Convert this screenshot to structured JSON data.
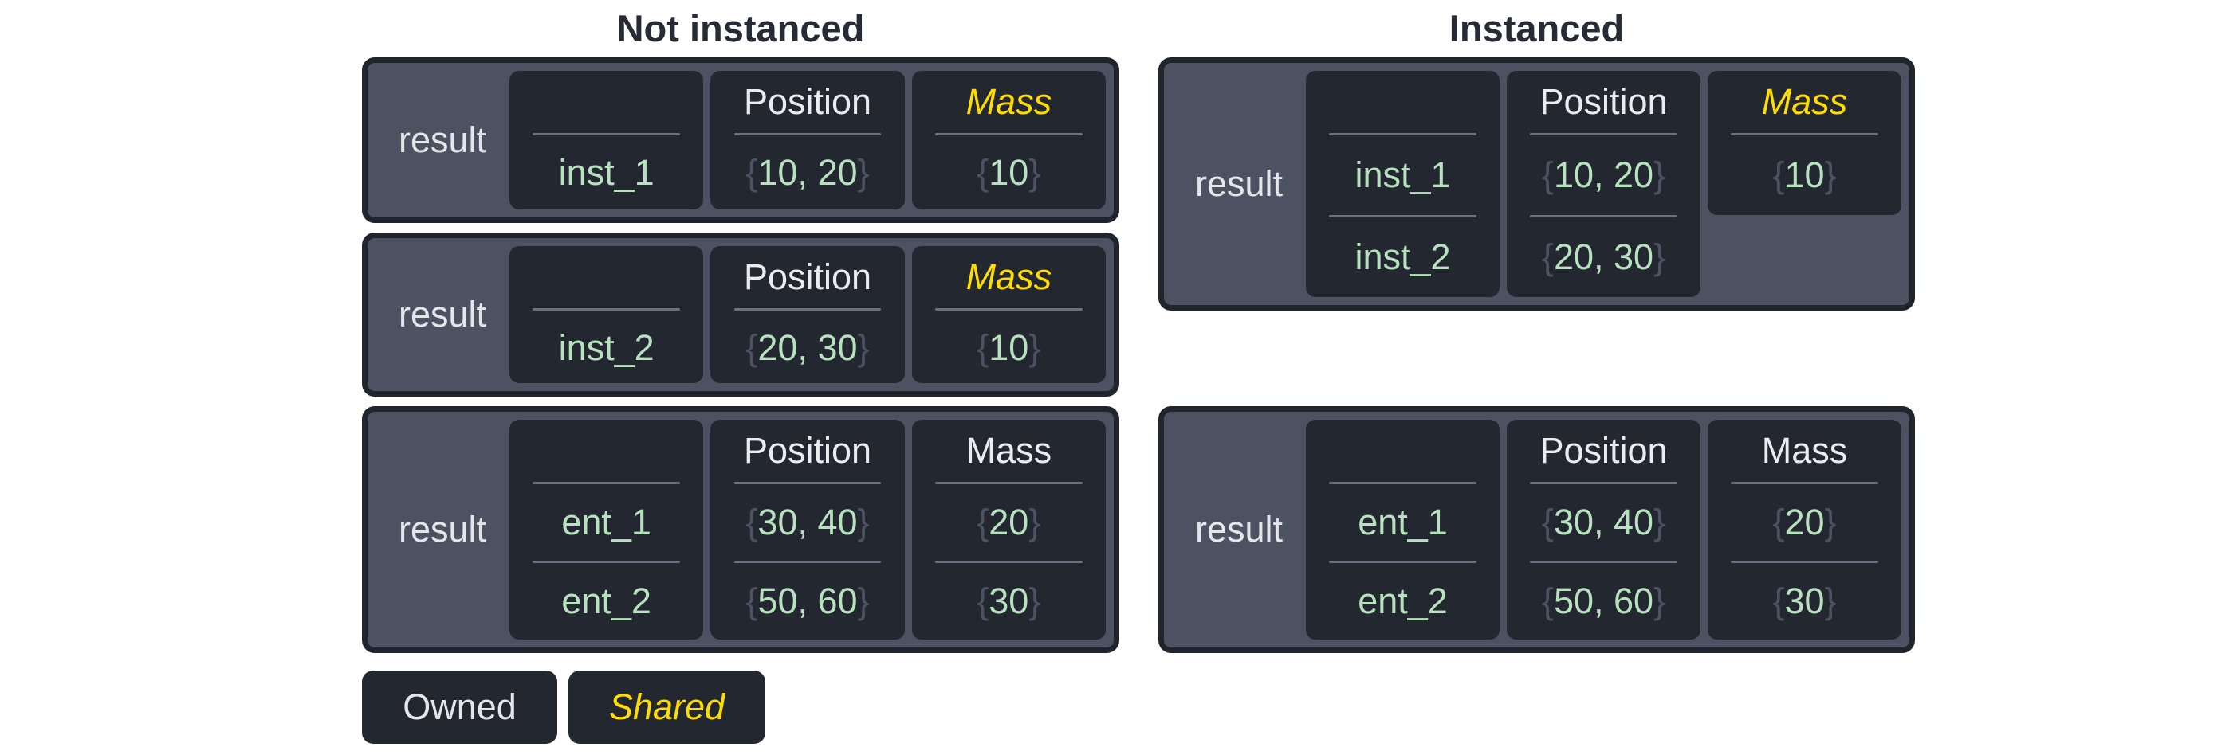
{
  "titles": {
    "not_instanced": "Not instanced",
    "instanced": "Instanced"
  },
  "syntax": {
    "brace_open": "{",
    "brace_close": "}"
  },
  "legend": {
    "owned": "Owned",
    "shared": "Shared"
  },
  "colors": {
    "page_bg": "#ffffff",
    "panel_bg": "#4c5262",
    "panel_border": "#20242d",
    "cell_bg": "#232730",
    "owned_text": "#eaecef",
    "shared_text": "#ffdd00",
    "value_green": "#b8e2bf",
    "brace_gray": "#4b5262",
    "divider": "#6a7280",
    "title_text": "#262b36"
  },
  "panels": {
    "ni1": {
      "label": "result",
      "name": {
        "header": "",
        "rows": [
          "inst_1"
        ]
      },
      "position": {
        "header": "Position",
        "rows": [
          "10, 20"
        ],
        "shared": false
      },
      "mass": {
        "header": "Mass",
        "rows": [
          "10"
        ],
        "shared": true
      }
    },
    "ni2": {
      "label": "result",
      "name": {
        "header": "",
        "rows": [
          "inst_2"
        ]
      },
      "position": {
        "header": "Position",
        "rows": [
          "20, 30"
        ],
        "shared": false
      },
      "mass": {
        "header": "Mass",
        "rows": [
          "10"
        ],
        "shared": true
      }
    },
    "ni3": {
      "label": "result",
      "name": {
        "header": "",
        "rows": [
          "ent_1",
          "ent_2"
        ]
      },
      "position": {
        "header": "Position",
        "rows": [
          "30, 40",
          "50, 60"
        ],
        "shared": false
      },
      "mass": {
        "header": "Mass",
        "rows": [
          "20",
          "30"
        ],
        "shared": false
      }
    },
    "i1": {
      "label": "result",
      "name": {
        "header": "",
        "rows": [
          "inst_1",
          "inst_2"
        ]
      },
      "position": {
        "header": "Position",
        "rows": [
          "10, 20",
          "20, 30"
        ],
        "shared": false
      },
      "mass": {
        "header": "Mass",
        "rows": [
          "10"
        ],
        "shared": true,
        "short": true
      }
    },
    "i2": {
      "label": "result",
      "name": {
        "header": "",
        "rows": [
          "ent_1",
          "ent_2"
        ]
      },
      "position": {
        "header": "Position",
        "rows": [
          "30, 40",
          "50, 60"
        ],
        "shared": false
      },
      "mass": {
        "header": "Mass",
        "rows": [
          "20",
          "30"
        ],
        "shared": false
      }
    }
  }
}
